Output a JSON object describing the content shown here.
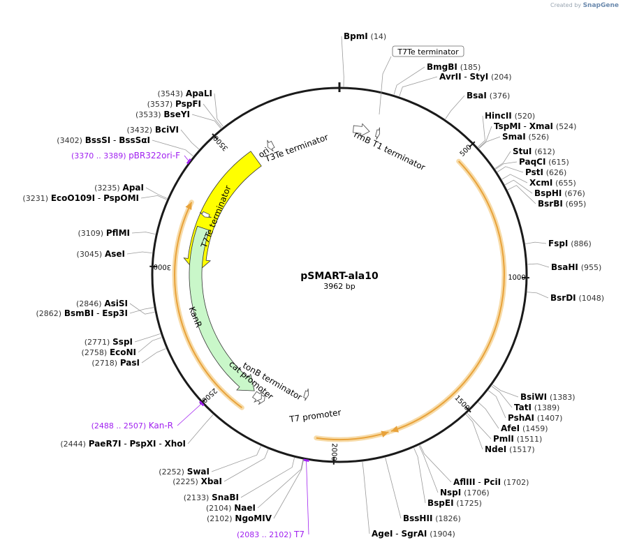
{
  "watermark": {
    "created_by": "Created by",
    "brand": "SnapGene"
  },
  "plasmid": {
    "name": "pSMART-ala10",
    "length_label": "3962 bp",
    "length": 3962
  },
  "colors": {
    "backbone": "#1a1a1a",
    "orf_outline": "#e8a23a",
    "orf_glow": "#f7dba8",
    "ori": "#ffff00",
    "kanr": "#c9f7c9",
    "primer": "#a020f0",
    "leader": "#9a9a9a",
    "site_name": "#000000",
    "site_pos": "#333333"
  },
  "ticks": [
    {
      "pos": 500,
      "label": "500"
    },
    {
      "pos": 1000,
      "label": "1000"
    },
    {
      "pos": 1500,
      "label": "1500"
    },
    {
      "pos": 2000,
      "label": "2000"
    },
    {
      "pos": 2500,
      "label": "2500"
    },
    {
      "pos": 3000,
      "label": "3000"
    },
    {
      "pos": 3500,
      "label": "3500"
    }
  ],
  "features": [
    {
      "name": "ori",
      "type": "rep_origin",
      "label": "ori",
      "start": 2980,
      "end": 3570,
      "strand": "-"
    },
    {
      "name": "KanR",
      "type": "cds",
      "label": "KanR",
      "start": 2380,
      "end": 3180,
      "strand": "-"
    },
    {
      "name": "T3Te terminator",
      "type": "terminator",
      "label": "T3Te terminator",
      "start": 3640,
      "end": 3665,
      "strand": "-"
    },
    {
      "name": "T7Te terminator",
      "type": "terminator",
      "label": "T7Te terminator",
      "start": 3228,
      "end": 3246,
      "strand": "-"
    },
    {
      "name": "rrnB T1 terminator",
      "type": "terminator",
      "label": "rrnB T1 terminator",
      "start": 60,
      "end": 130,
      "strand": "+"
    },
    {
      "name": "T7Te terminator (top)",
      "type": "terminator",
      "label": "T7Te terminator",
      "start": 160,
      "end": 175,
      "strand": "+"
    },
    {
      "name": "tonB terminator",
      "type": "terminator",
      "label": "tonB terminator",
      "start": 2320,
      "end": 2345,
      "strand": "-"
    },
    {
      "name": "cat promoter",
      "type": "promoter",
      "label": "cat promoter",
      "start": 2335,
      "end": 2370,
      "strand": "-"
    },
    {
      "name": "T7 promoter",
      "type": "promoter",
      "label": "T7 promoter",
      "start": 2140,
      "end": 2160,
      "strand": "-"
    }
  ],
  "orfs": [
    {
      "start": 510,
      "end": 1780,
      "strand": "+"
    },
    {
      "start": 1790,
      "end": 2070,
      "strand": "-"
    },
    {
      "start": 2380,
      "end": 3260,
      "strand": "+"
    }
  ],
  "primers": [
    {
      "name": "pBR322ori-F",
      "range_label": "(3370 .. 3389)",
      "start": 3370,
      "end": 3389
    },
    {
      "name": "Kan-R",
      "range_label": "(2488 .. 2507)",
      "start": 2488,
      "end": 2507
    },
    {
      "name": "T7",
      "range_label": "(2083 .. 2102)",
      "start": 2083,
      "end": 2102
    }
  ],
  "sites": [
    {
      "names": [
        "BpmI"
      ],
      "pos": "(14)",
      "bp": 14
    },
    {
      "names": [
        "BmgBI"
      ],
      "pos": "(185)",
      "bp": 185
    },
    {
      "names": [
        "AvrII",
        "StyI"
      ],
      "pos": "(204)",
      "bp": 204
    },
    {
      "names": [
        "BsaI"
      ],
      "pos": "(376)",
      "bp": 376
    },
    {
      "names": [
        "HincII"
      ],
      "pos": "(520)",
      "bp": 520
    },
    {
      "names": [
        "TspMI",
        "XmaI"
      ],
      "pos": "(524)",
      "bp": 524
    },
    {
      "names": [
        "SmaI"
      ],
      "pos": "(526)",
      "bp": 526
    },
    {
      "names": [
        "StuI"
      ],
      "pos": "(612)",
      "bp": 612
    },
    {
      "names": [
        "PaqCI"
      ],
      "pos": "(615)",
      "bp": 615
    },
    {
      "names": [
        "PstI"
      ],
      "pos": "(626)",
      "bp": 626
    },
    {
      "names": [
        "XcmI"
      ],
      "pos": "(655)",
      "bp": 655
    },
    {
      "names": [
        "BspHI"
      ],
      "pos": "(676)",
      "bp": 676
    },
    {
      "names": [
        "BsrBI"
      ],
      "pos": "(695)",
      "bp": 695
    },
    {
      "names": [
        "FspI"
      ],
      "pos": "(886)",
      "bp": 886
    },
    {
      "names": [
        "BsaHI"
      ],
      "pos": "(955)",
      "bp": 955
    },
    {
      "names": [
        "BsrDI"
      ],
      "pos": "(1048)",
      "bp": 1048
    },
    {
      "names": [
        "BsiWI"
      ],
      "pos": "(1383)",
      "bp": 1383
    },
    {
      "names": [
        "TatI"
      ],
      "pos": "(1389)",
      "bp": 1389
    },
    {
      "names": [
        "PshAI"
      ],
      "pos": "(1407)",
      "bp": 1407
    },
    {
      "names": [
        "AfeI"
      ],
      "pos": "(1459)",
      "bp": 1459
    },
    {
      "names": [
        "PmlI"
      ],
      "pos": "(1511)",
      "bp": 1511
    },
    {
      "names": [
        "NdeI"
      ],
      "pos": "(1517)",
      "bp": 1517
    },
    {
      "names": [
        "AflIII",
        "PciI"
      ],
      "pos": "(1702)",
      "bp": 1702
    },
    {
      "names": [
        "NspI"
      ],
      "pos": "(1706)",
      "bp": 1706
    },
    {
      "names": [
        "BspEI"
      ],
      "pos": "(1725)",
      "bp": 1725
    },
    {
      "names": [
        "BssHII"
      ],
      "pos": "(1826)",
      "bp": 1826
    },
    {
      "names": [
        "AgeI",
        "SgrAI"
      ],
      "pos": "(1904)",
      "bp": 1904
    },
    {
      "names": [
        "NgoMIV"
      ],
      "pos": "(2102)",
      "bp": 2102
    },
    {
      "names": [
        "NaeI"
      ],
      "pos": "(2104)",
      "bp": 2104
    },
    {
      "names": [
        "SnaBI"
      ],
      "pos": "(2133)",
      "bp": 2133
    },
    {
      "names": [
        "XbaI"
      ],
      "pos": "(2225)",
      "bp": 2225
    },
    {
      "names": [
        "SwaI"
      ],
      "pos": "(2252)",
      "bp": 2252
    },
    {
      "names": [
        "PaeR7I",
        "PspXI",
        "XhoI"
      ],
      "pos": "(2444)",
      "bp": 2444
    },
    {
      "names": [
        "SspI"
      ],
      "pos": "(2771)",
      "bp": 2771
    },
    {
      "names": [
        "EcoNI"
      ],
      "pos": "(2758)",
      "bp": 2758
    },
    {
      "names": [
        "PasI"
      ],
      "pos": "(2718)",
      "bp": 2718
    },
    {
      "names": [
        "BsmBI",
        "Esp3I"
      ],
      "pos": "(2862)",
      "bp": 2862
    },
    {
      "names": [
        "AsiSI"
      ],
      "pos": "(2846)",
      "bp": 2846
    },
    {
      "names": [
        "AseI"
      ],
      "pos": "(3045)",
      "bp": 3045
    },
    {
      "names": [
        "PflMI"
      ],
      "pos": "(3109)",
      "bp": 3109
    },
    {
      "names": [
        "EcoO109I",
        "PspOMI"
      ],
      "pos": "(3231)",
      "bp": 3231
    },
    {
      "names": [
        "ApaI"
      ],
      "pos": "(3235)",
      "bp": 3235
    },
    {
      "names": [
        "BssSI",
        "BssSαI"
      ],
      "pos": "(3402)",
      "bp": 3402
    },
    {
      "names": [
        "BciVI"
      ],
      "pos": "(3432)",
      "bp": 3432
    },
    {
      "names": [
        "BseYI"
      ],
      "pos": "(3533)",
      "bp": 3533
    },
    {
      "names": [
        "PspFI"
      ],
      "pos": "(3537)",
      "bp": 3537
    },
    {
      "names": [
        "ApaLI"
      ],
      "pos": "(3543)",
      "bp": 3543
    }
  ]
}
